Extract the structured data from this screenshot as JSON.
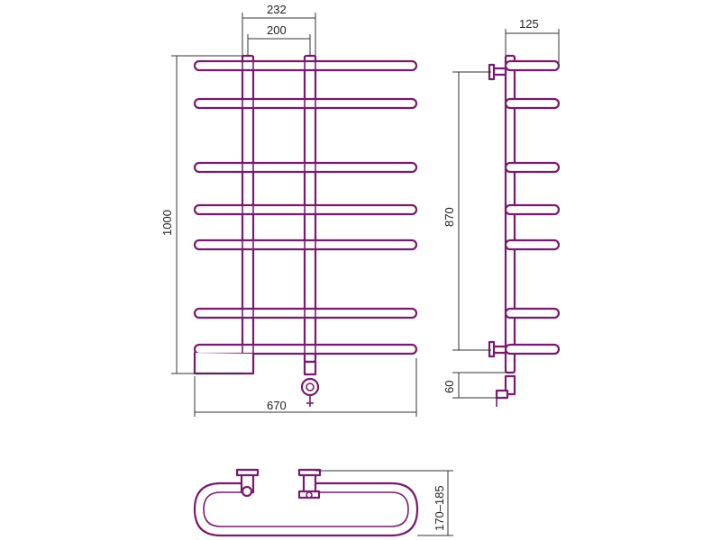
{
  "drawing": {
    "colors": {
      "outline": "#7a1a6e",
      "dimension": "#333333",
      "text": "#222222",
      "background": "#ffffff"
    },
    "front_view": {
      "width_label": "670",
      "height_label": "1000",
      "outer_spacing_label": "232",
      "inner_spacing_label": "200",
      "rung_count": 7
    },
    "side_view": {
      "depth_label": "125",
      "mount_spacing_label": "870",
      "valve_offset_label": "60"
    },
    "top_view": {
      "depth_range_label": "170–185"
    }
  }
}
